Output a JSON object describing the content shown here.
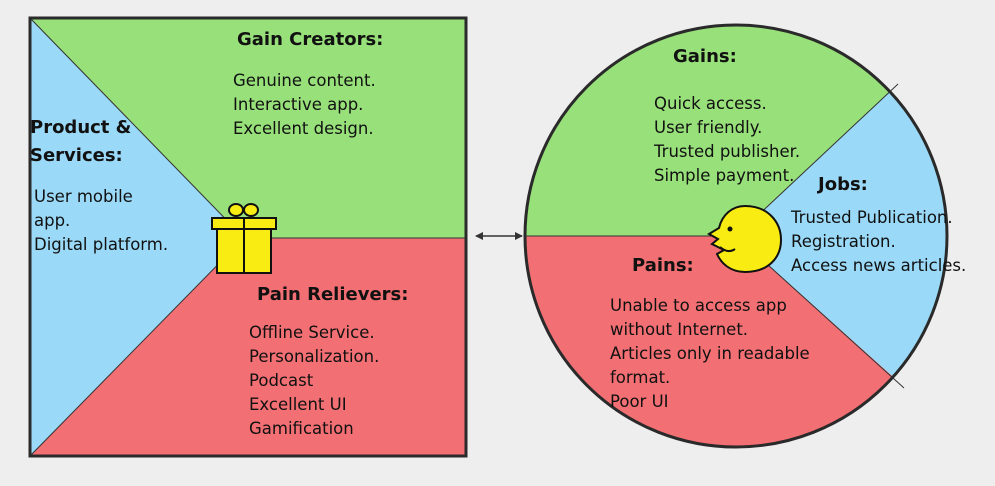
{
  "value_map": {
    "gain_creators": {
      "title": "Gain Creators:",
      "items": [
        "Genuine content.",
        "Interactive app.",
        "Excellent design."
      ]
    },
    "product_services": {
      "title_line1": "Product &",
      "title_line2": "Services:",
      "items": [
        "User mobile",
        "app.",
        "Digital platform."
      ]
    },
    "pain_relievers": {
      "title": "Pain Relievers:",
      "items": [
        "Offline Service.",
        "Personalization.",
        "Podcast",
        "Excellent UI",
        "Gamification"
      ]
    }
  },
  "customer_profile": {
    "gains": {
      "title": "Gains:",
      "items": [
        "Quick access.",
        "User friendly.",
        "Trusted publisher.",
        "Simple payment."
      ]
    },
    "jobs": {
      "title": "Jobs:",
      "items": [
        "Trusted Publication.",
        "Registration.",
        "Access news articles."
      ]
    },
    "pains": {
      "title": "Pains:",
      "items": [
        "Unable to access app",
        "without Internet.",
        "Articles only in readable",
        "format.",
        "Poor UI"
      ]
    }
  },
  "colors": {
    "green": "#98e07a",
    "blue": "#9ad9f7",
    "red": "#f26f73",
    "yellow": "#f9ec13",
    "outline": "#2a2a2a",
    "background": "#eeeeee"
  },
  "icons": {
    "center_square": "gift-icon",
    "center_circle": "smiley-face-icon",
    "connector": "double-arrow-icon"
  }
}
